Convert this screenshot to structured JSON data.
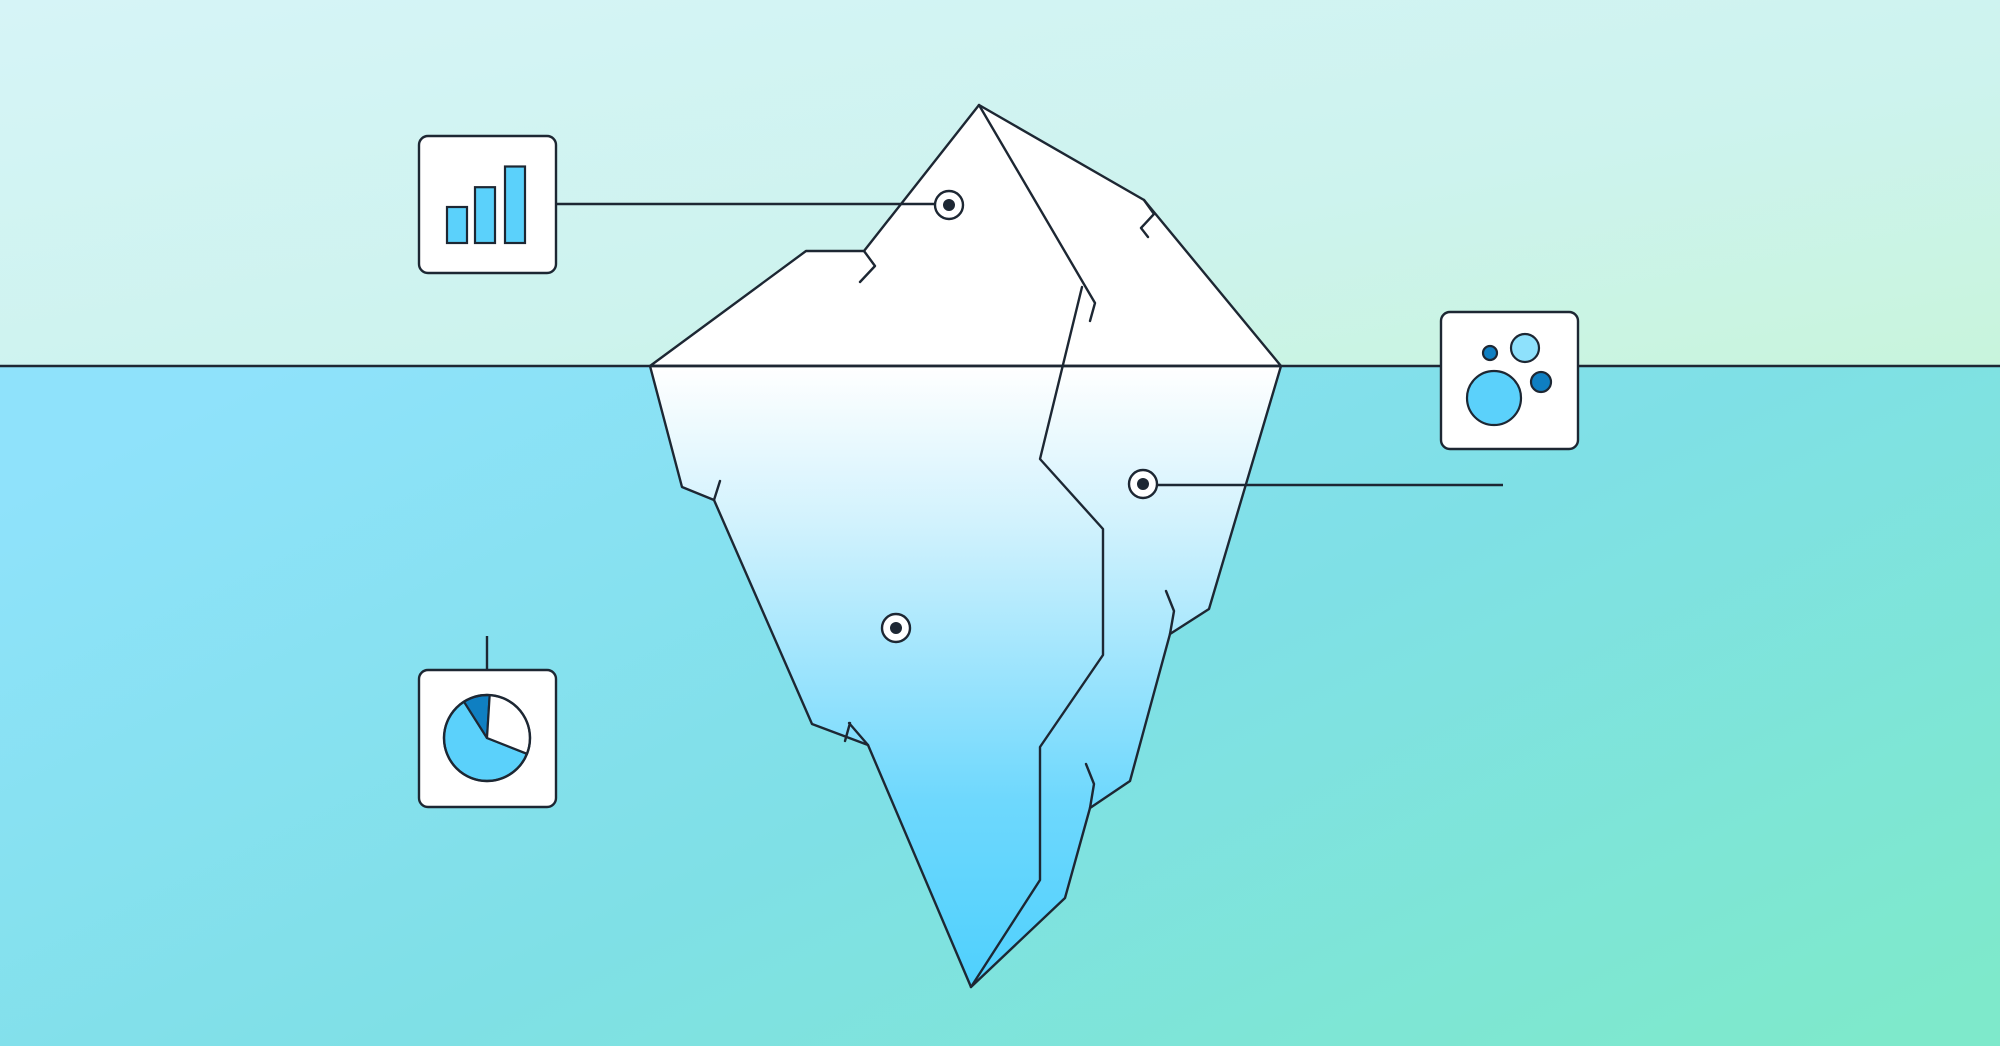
{
  "illustration": {
    "subject": "iceberg",
    "colors": {
      "sky_top": "#cdf1f5",
      "sky_bottom_right": "#c3f2dc",
      "water_left": "#8fe2fb",
      "water_right": "#7ee6cc",
      "ice_top": "#ffffff",
      "ice_bottom": "#55d1fd",
      "outline": "#1d2733",
      "card_fill": "#ffffff",
      "light_blue": "#5bd1fb",
      "pale_blue": "#8ee1fc",
      "dark_blue": "#0f7fc2"
    },
    "callouts": [
      {
        "icon": "bar-chart-icon",
        "bar_values": [
          0.4,
          0.62,
          0.85
        ]
      },
      {
        "icon": "bubbles-icon"
      },
      {
        "icon": "pie-chart-icon",
        "slices": [
          0.6,
          0.1,
          0.3
        ]
      }
    ]
  }
}
